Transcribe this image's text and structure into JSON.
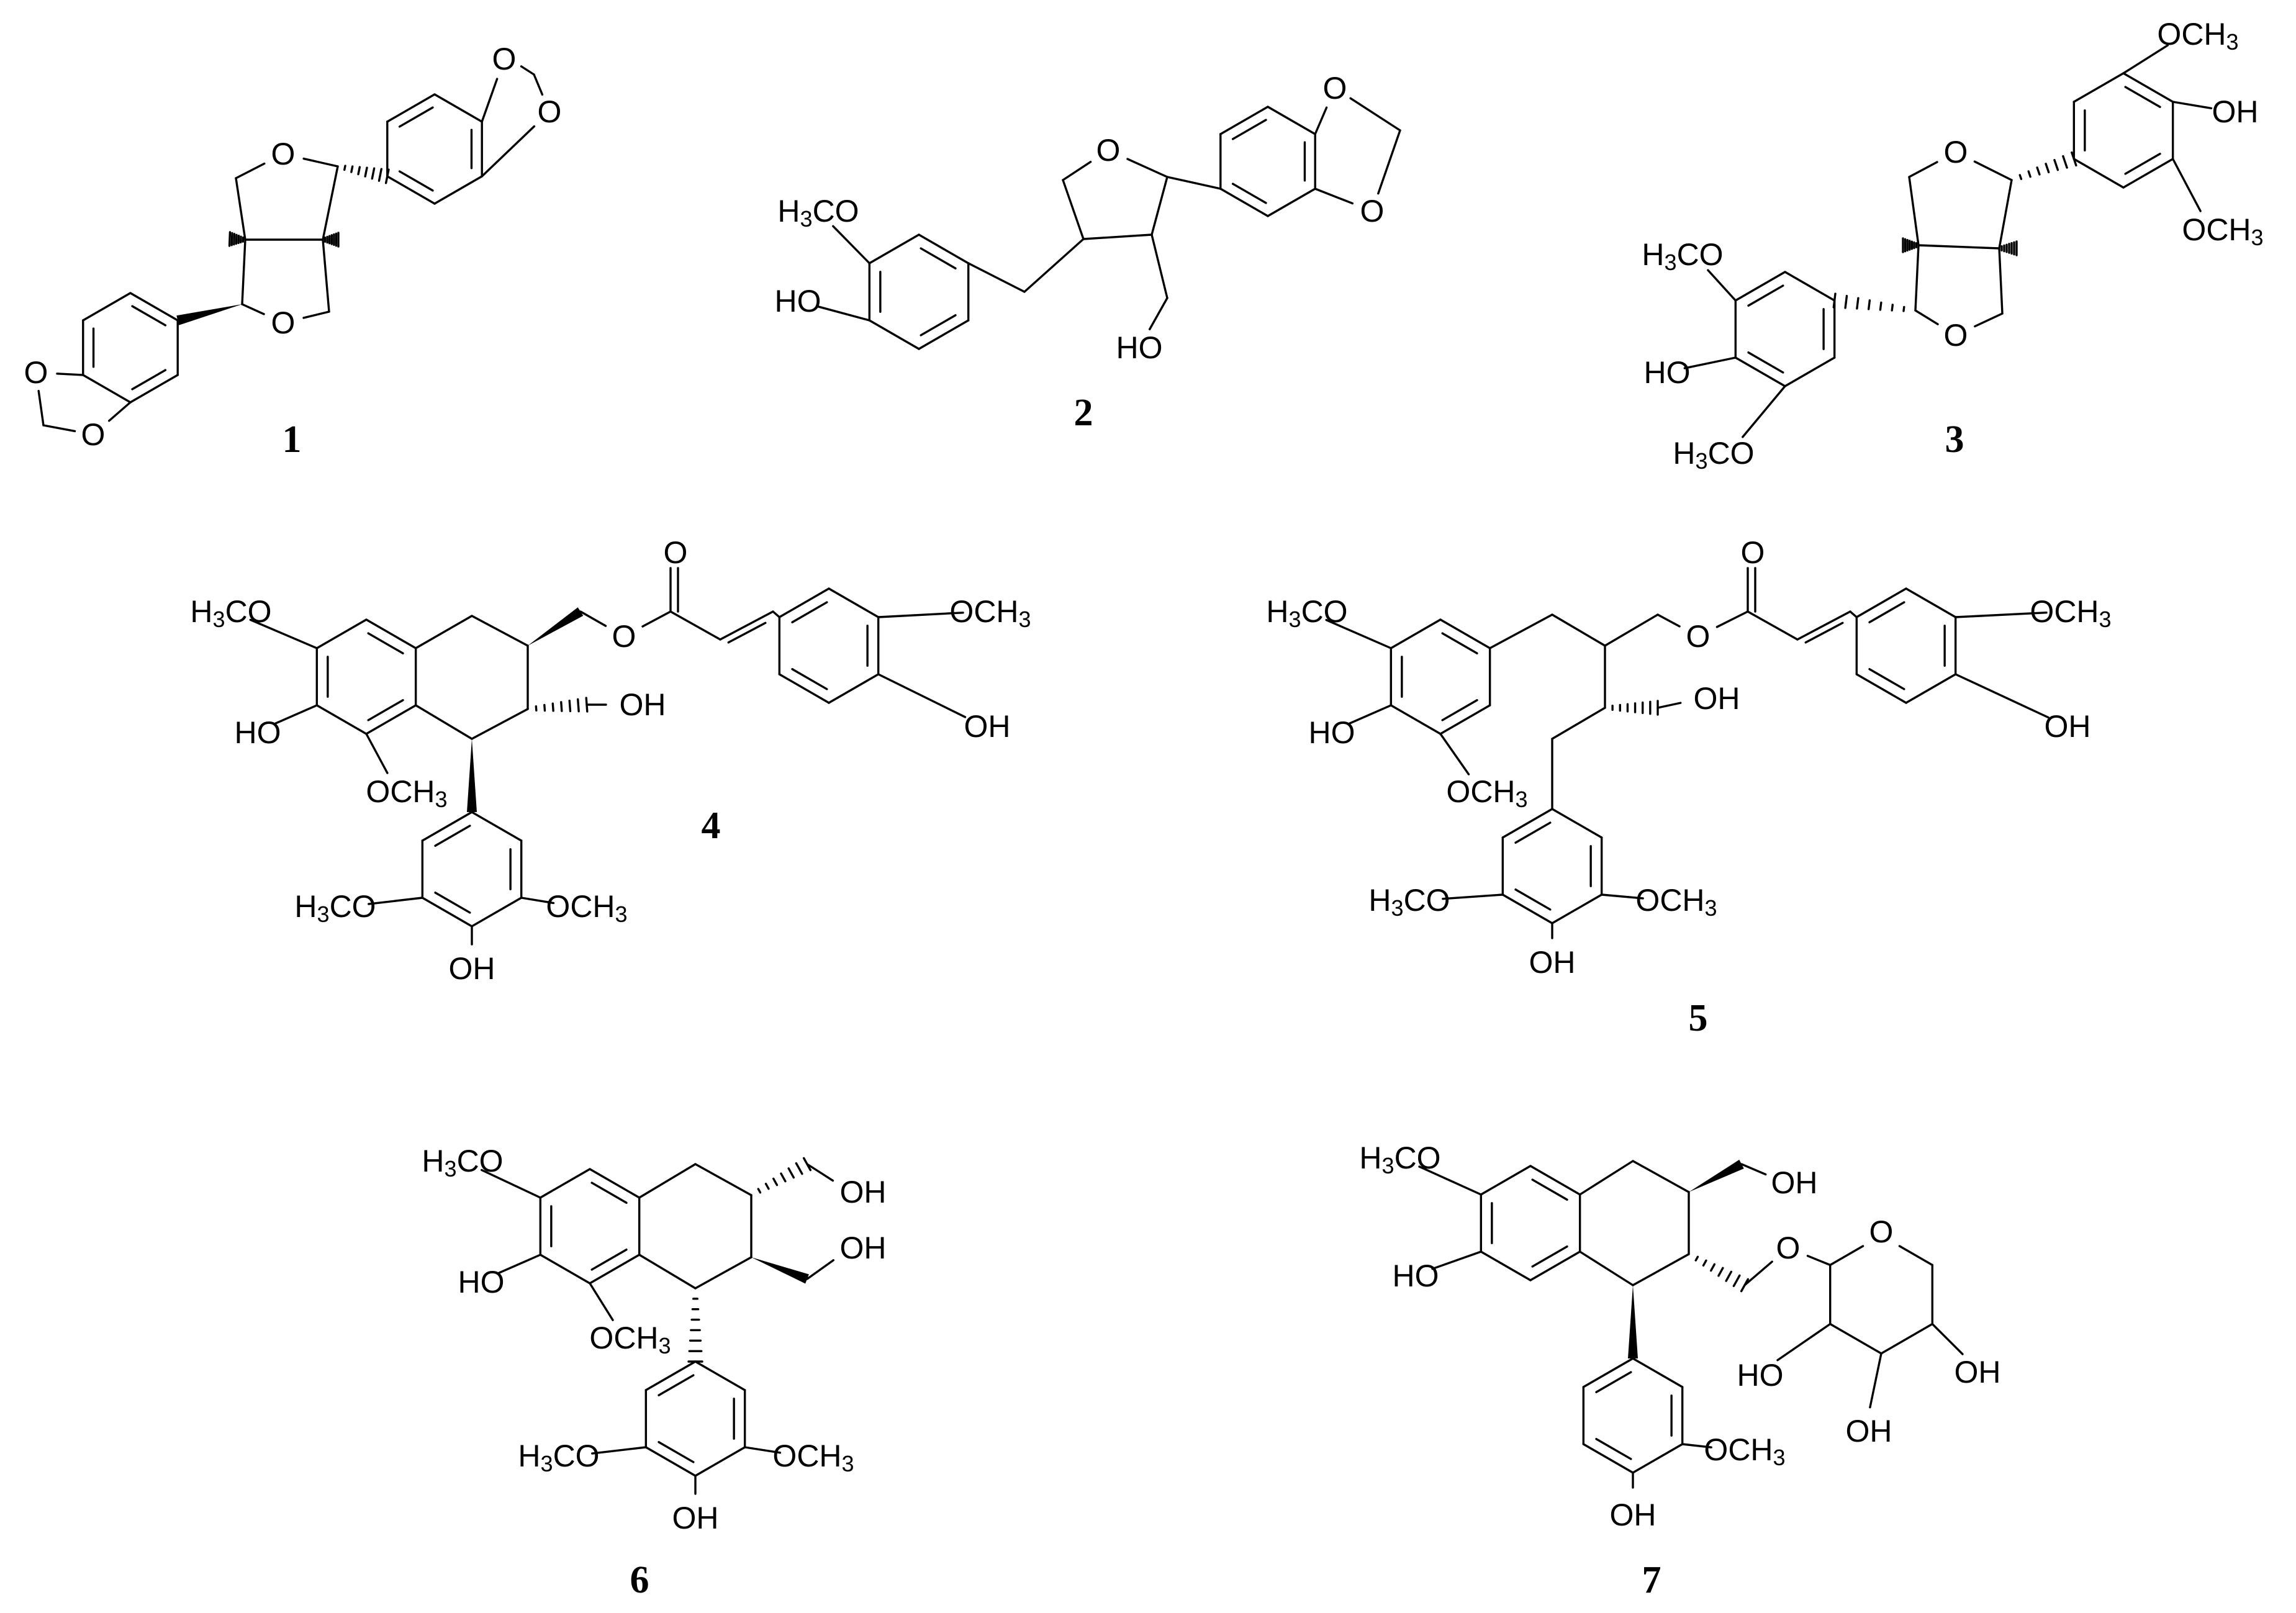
{
  "figure": {
    "compound_ids": [
      "1",
      "2",
      "3",
      "4",
      "5",
      "6",
      "7"
    ],
    "atom_labels": {
      "o": "O",
      "h3co": "H3CO",
      "och3": "OCH3",
      "ho": "HO",
      "oh": "OH"
    }
  }
}
